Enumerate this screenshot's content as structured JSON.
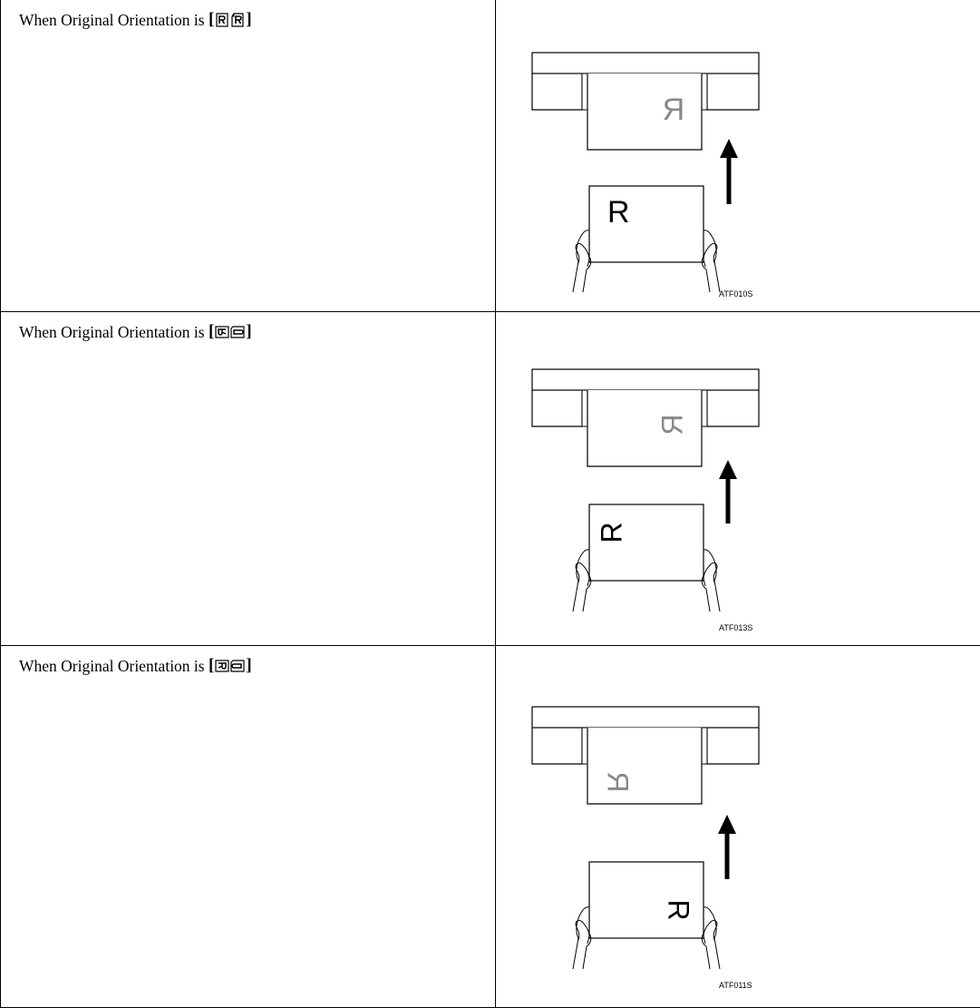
{
  "rows": [
    {
      "label": "When Original Orientation is ",
      "bracket_open": "[",
      "bracket_close": "]",
      "icon_names": [
        "portrait-readable-icon",
        "portrait-readable-copy-icon"
      ],
      "figure": {
        "code": "ATF010S",
        "orientation": "upright",
        "letter_original": "R",
        "letter_scanned": "R"
      }
    },
    {
      "label": "When Original Orientation is ",
      "bracket_open": "[",
      "bracket_close": "]",
      "icon_names": [
        "landscape-rotated-left-icon",
        "landscape-rotated-left-copy-icon"
      ],
      "figure": {
        "code": "ATF013S",
        "orientation": "rotated-left",
        "letter_original": "R",
        "letter_scanned": "R"
      }
    },
    {
      "label": "When Original Orientation is ",
      "bracket_open": "[",
      "bracket_close": "]",
      "icon_names": [
        "landscape-rotated-right-icon",
        "landscape-rotated-right-copy-icon"
      ],
      "figure": {
        "code": "ATF011S",
        "orientation": "rotated-right",
        "letter_original": "R",
        "letter_scanned": "R"
      }
    }
  ]
}
